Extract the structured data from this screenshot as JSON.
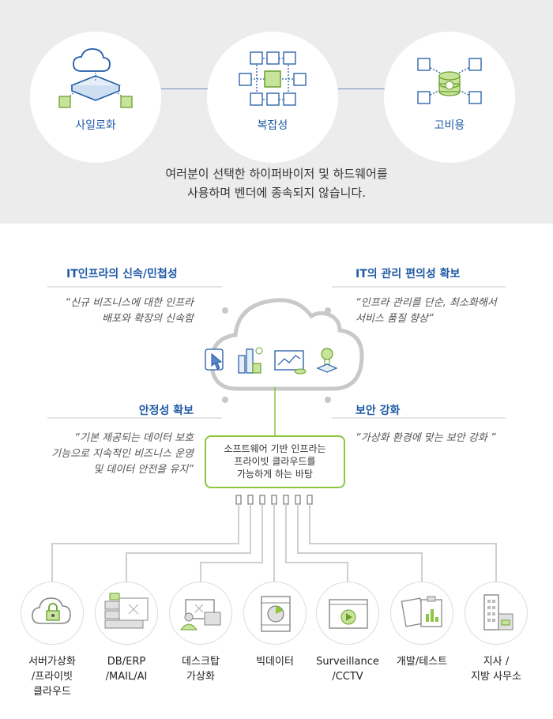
{
  "features": [
    {
      "label": "사일로화",
      "icon": "cloud-server-icon"
    },
    {
      "label": "복잡성",
      "icon": "cube-network-icon"
    },
    {
      "label": "고비용",
      "icon": "coin-cost-icon"
    }
  ],
  "top_description": [
    "여러분이 선택한 하이퍼바이저 및 하드웨어를",
    "사용하며 벤더에 종속되지 않습니다."
  ],
  "benefits": {
    "agility": {
      "title": "IT인프라의 신속/민첩성",
      "desc": [
        "“신규 비즈니스에 대한 인프라",
        "배포와 확장의 신속함"
      ]
    },
    "management": {
      "title": "IT의 관리 편의성 확보",
      "desc": [
        "“인프라 관리를 단순, 최소화해서",
        "서비스 품질 향상”"
      ]
    },
    "stability": {
      "title": "안정성 확보",
      "desc": [
        "“기본 제공되는 데이터 보호",
        "기능으로 지속적인 비즈니스 운영",
        "및 데이터 안전을 유지”"
      ]
    },
    "security": {
      "title": "보안 강화",
      "desc": [
        "“가상화 환경에 맞는 보안 강화 ”"
      ]
    }
  },
  "center_box": [
    "소프트웨어 기반 인프라는",
    "프라이빗 클라우드를",
    "가능하게 하는 바탕"
  ],
  "use_cases": [
    {
      "label": [
        "서버가상화",
        "/프라이빗",
        "클라우드"
      ],
      "icon": "lock-cloud-icon"
    },
    {
      "label": [
        "DB/ERP",
        "/MAIL/AI"
      ],
      "icon": "server-stack-icon"
    },
    {
      "label": [
        "데스크탑",
        "가상화"
      ],
      "icon": "desktop-user-icon"
    },
    {
      "label": [
        "빅데이터"
      ],
      "icon": "big-data-icon"
    },
    {
      "label": [
        "Surveillance",
        "/CCTV"
      ],
      "icon": "video-play-icon"
    },
    {
      "label": [
        "개발/테스트"
      ],
      "icon": "clipboard-chart-icon"
    },
    {
      "label": [
        "지사 /",
        "지방 사무소"
      ],
      "icon": "building-icon"
    }
  ],
  "colors": {
    "accent_blue": "#1f5aa6",
    "accent_green": "#8dc63f",
    "panel_gray": "#ececec",
    "line_gray": "#c8c8c8"
  }
}
